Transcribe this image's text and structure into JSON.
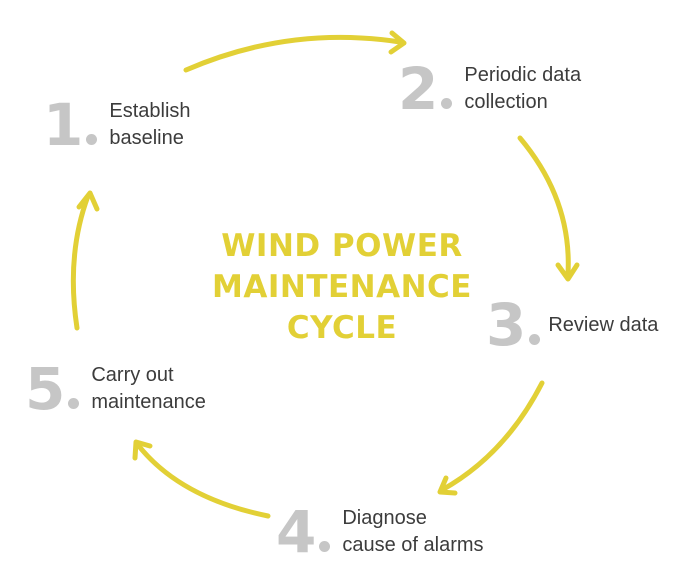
{
  "title": {
    "line1": "WIND POWER",
    "line2": "MAINTENANCE",
    "line3": "CYCLE"
  },
  "steps": [
    {
      "number": "1",
      "lines": [
        "Establish",
        "baseline"
      ]
    },
    {
      "number": "2",
      "lines": [
        "Periodic data",
        "collection"
      ]
    },
    {
      "number": "3",
      "lines": [
        "Review data"
      ]
    },
    {
      "number": "4",
      "lines": [
        "Diagnose",
        "cause of alarms"
      ]
    },
    {
      "number": "5",
      "lines": [
        "Carry out",
        "maintenance"
      ]
    }
  ],
  "colors": {
    "accent": "#E2D036",
    "number": "#C6C6C6",
    "text": "#3C3C3C"
  }
}
